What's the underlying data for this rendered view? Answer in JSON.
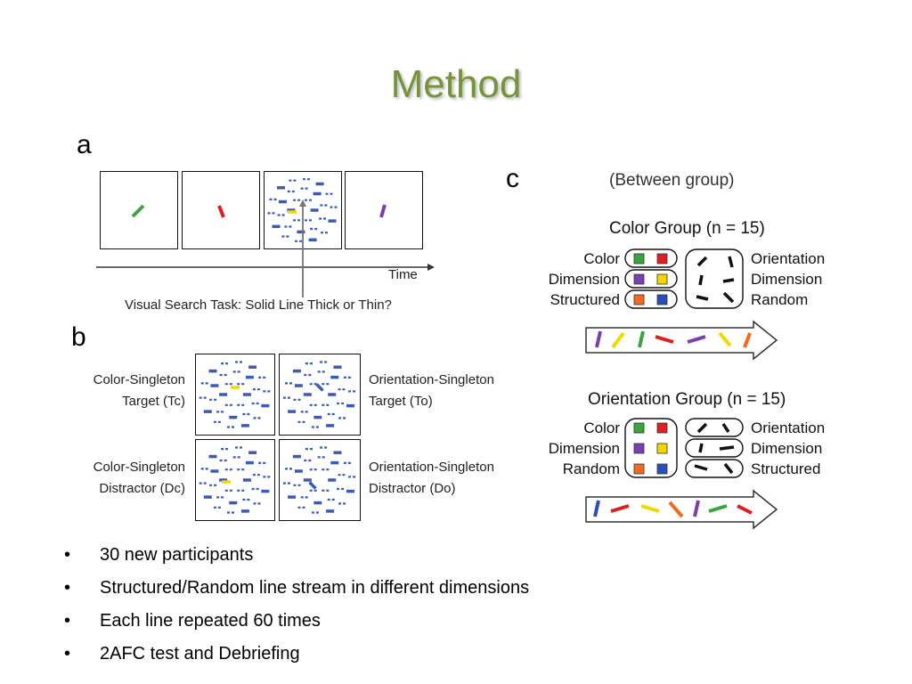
{
  "slide": {
    "title": "Method",
    "bullets": [
      "30 new participants",
      "Structured/Random line stream in different dimensions",
      "Each line repeated 60 times",
      "2AFC test and Debriefing"
    ]
  },
  "figure": {
    "panel_a": {
      "letter": "a",
      "time_label": "Time",
      "caption": "Visual Search Task: Solid Line Thick or Thin?"
    },
    "panel_b": {
      "letter": "b",
      "labels": {
        "color_target_l1": "Color-Singleton",
        "color_target_l2": "Target (Tc)",
        "orient_target_l1": "Orientation-Singleton",
        "orient_target_l2": "Target (To)",
        "color_distractor_l1": "Color-Singleton",
        "color_distractor_l2": "Distractor (Dc)",
        "orient_distractor_l1": "Orientation-Singleton",
        "orient_distractor_l2": "Distractor (Do)"
      }
    },
    "panel_c": {
      "letter": "c",
      "note": "(Between group)",
      "color_group": {
        "title": "Color Group (n = 15)",
        "left_labels": [
          "Color",
          "Dimension",
          "Structured"
        ],
        "right_labels": [
          "Orientation",
          "Dimension",
          "Random"
        ]
      },
      "orientation_group": {
        "title": "Orientation Group (n = 15)",
        "left_labels": [
          "Color",
          "Dimension",
          "Random"
        ],
        "right_labels": [
          "Orientation",
          "Dimension",
          "Structured"
        ]
      }
    },
    "colors": {
      "title_green": "#77933c",
      "green": "#3aa53a",
      "red": "#e02020",
      "purple": "#7b3fb0",
      "yellow": "#f2d800",
      "orange": "#f06a20",
      "blue": "#2a4fb8",
      "search_blue": "#3b5bb5"
    }
  }
}
